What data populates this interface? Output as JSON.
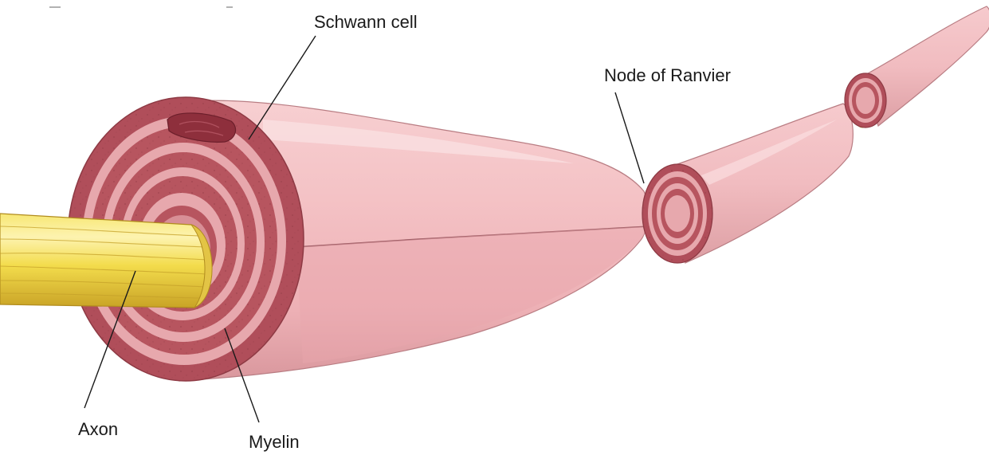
{
  "labels": {
    "schwann_cell": "Schwann cell",
    "node_of_ranvier": "Node of Ranvier",
    "axon": "Axon",
    "myelin": "Myelin"
  },
  "colors": {
    "sheath_surface": "#f2bdc0",
    "sheath_shadow": "#d8959b",
    "sheath_highlight": "#fbe0e1",
    "myelin_ring_dark": "#b4535e",
    "myelin_ring_light": "#e8a9ae",
    "nucleus": "#8e2f3c",
    "axon_yellow": "#f3dc4c",
    "axon_highlight": "#fdf3b0",
    "axon_shadow": "#caa424",
    "leader_line": "#1a1a1a"
  }
}
